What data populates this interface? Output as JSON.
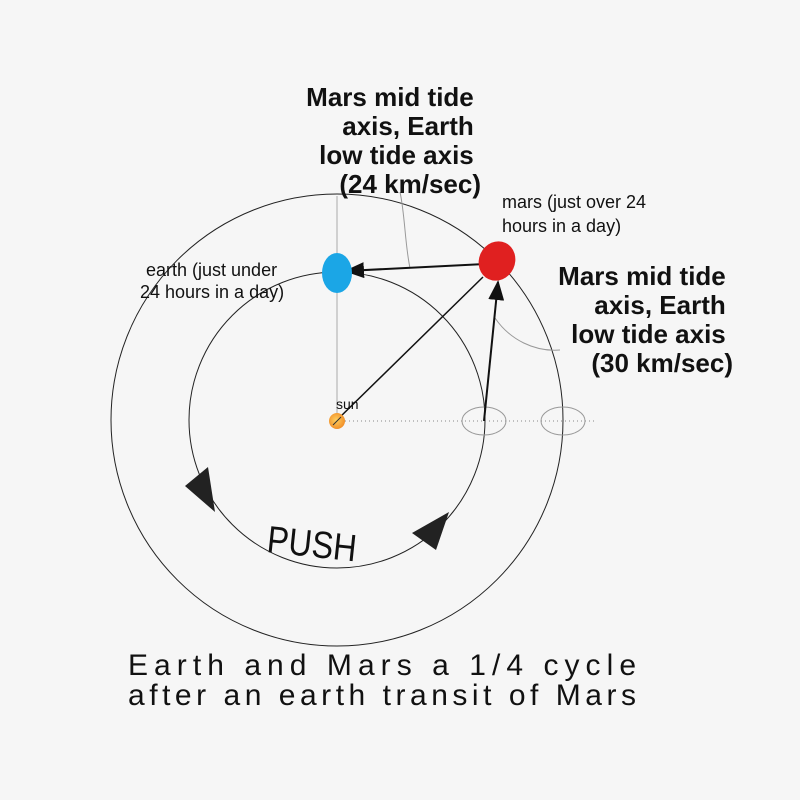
{
  "labels": {
    "top_annotation": [
      "Mars mid tide",
      "axis, Earth",
      "low tide axis",
      "(24  km/sec)"
    ],
    "right_annotation": [
      "Mars mid tide",
      "axis, Earth",
      "low tide axis",
      "(30  km/sec)"
    ],
    "mars_label": [
      "mars (just over 24",
      " hours in a day)"
    ],
    "earth_label": [
      "earth (just under",
      "24 hours in a day)"
    ],
    "sun_label": "sun",
    "push_label": "PUSH",
    "caption": [
      "Earth and Mars a 1/4 cycle",
      "after an earth transit of Mars"
    ]
  },
  "colors": {
    "earth": "#1ba6e6",
    "mars": "#e02020",
    "sun": "#f08a24",
    "orbit_line": "#222222",
    "axis_line": "#9a9a9a"
  }
}
